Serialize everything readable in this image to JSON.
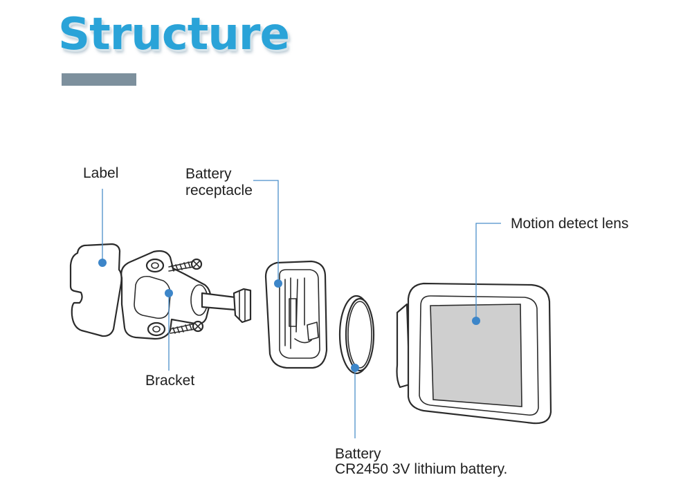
{
  "header": {
    "title": "Structure"
  },
  "parts": {
    "label": {
      "name": "Label"
    },
    "bracket": {
      "name": "Bracket"
    },
    "battery_receptacle": {
      "line1": "Battery",
      "line2": "receptacle"
    },
    "motion_lens": {
      "name": "Motion detect lens"
    },
    "battery": {
      "line1": "Battery",
      "line2": "CR2450 3V lithium battery."
    }
  },
  "colors": {
    "title": "#2aa3d8",
    "bar": "#7d909d",
    "leader": "#4a8ec9",
    "dot": "#3d86c9",
    "lens": "#cfcfcf"
  }
}
